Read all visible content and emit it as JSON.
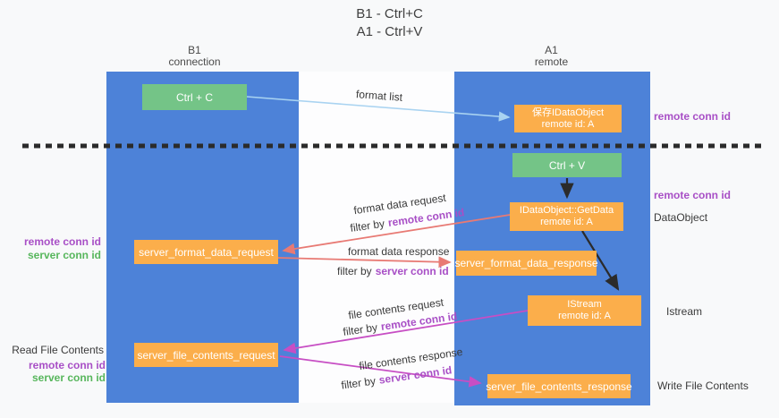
{
  "title": {
    "line1": "B1 - Ctrl+C",
    "line2": "A1 - Ctrl+V"
  },
  "columns": {
    "left": {
      "name": "B1",
      "subtitle": "connection"
    },
    "right": {
      "name": "A1",
      "subtitle": "remote"
    }
  },
  "boxes": {
    "ctrl_c": {
      "label": "Ctrl + C"
    },
    "ctrl_v": {
      "label": "Ctrl + V"
    },
    "save_dataobject": {
      "line1": "保存IDataObject",
      "line2": "remote id: A"
    },
    "getdata": {
      "line1": "IDataObject::GetData",
      "line2": "remote id: A"
    },
    "istream": {
      "line1": "IStream",
      "line2": "remote id: A"
    },
    "server_format_data_request": {
      "label": "server_format_data_request"
    },
    "server_format_data_response": {
      "label": "server_format_data_response"
    },
    "server_file_contents_request": {
      "label": "server_file_contents_request"
    },
    "server_file_contents_response": {
      "label": "server_file_contents_response"
    }
  },
  "flow_labels": {
    "format_list": "format list",
    "format_data_request": "format data request",
    "format_data_response": "format data response",
    "file_contents_request": "file contents request",
    "file_contents_response": "file contents response",
    "filter_by": "filter by",
    "remote_conn_id": "remote conn id",
    "server_conn_id": "server conn id"
  },
  "side_labels": {
    "remote_conn_id": "remote conn id",
    "server_conn_id": "server conn id",
    "dataobject": "DataObject",
    "istream": "Istream",
    "read_file_contents": "Read File Contents",
    "write_file_contents": "Write File Contents"
  },
  "colors": {
    "column_blue": "#4d82d8",
    "box_green": "#74c487",
    "box_orange": "#fbae4b",
    "arrow_lightblue": "#a9d3f1",
    "arrow_salmon": "#e87a74",
    "arrow_magenta": "#c74ec4",
    "arrow_black": "#2b2b2b",
    "text_purple": "#a84fc6",
    "text_green": "#57b65c"
  }
}
